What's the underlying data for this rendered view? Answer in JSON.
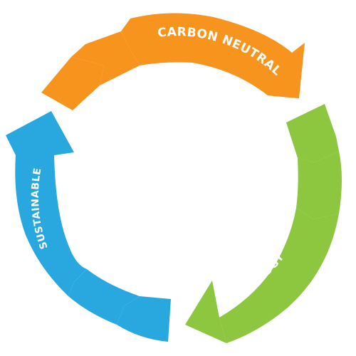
{
  "diagram": {
    "segments": [
      {
        "id": "carbon",
        "label": "CARBON NEUTRAL",
        "color": "#F7941E"
      },
      {
        "id": "ecology",
        "label": "ECOLOGY",
        "color": "#8DC63F"
      },
      {
        "id": "sustainable",
        "label": "SUSTAINABLE",
        "color": "#29A8E0"
      }
    ]
  }
}
